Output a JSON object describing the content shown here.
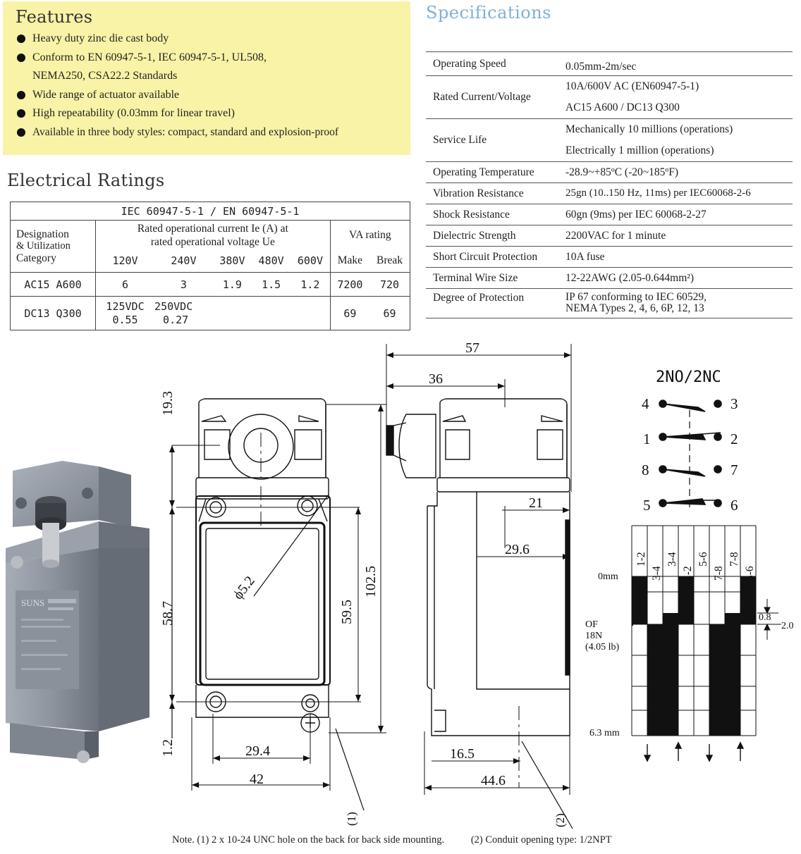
{
  "features": {
    "title": "Features",
    "items": [
      "Heavy duty zinc die cast body",
      "Conform to EN 60947-5-1, IEC 60947-5-1, UL508,",
      "NEMA250, CSA22.2 Standards",
      "Wide range of actuator available",
      "High repeatability (0.03mm for linear travel)",
      "Available in three body styles: compact, standard and explosion-proof"
    ]
  },
  "specifications": {
    "title": "Specifications",
    "rows": [
      {
        "label": "Operating Speed",
        "v1": "0.05mm-2m/sec",
        "v2": ""
      },
      {
        "label": "Rated Current/Voltage",
        "v1": "10A/600V AC (EN60947-5-1)",
        "v2": "AC15 A600 / DC13 Q300"
      },
      {
        "label": "Service Life",
        "v1": "Mechanically 10 millions (operations)",
        "v2": "Electrically 1 million (operations)"
      },
      {
        "label": "Operating Temperature",
        "v1": "-28.9~+85ºC  (-20~185ºF)",
        "v2": ""
      },
      {
        "label": "Vibration Resistance",
        "v1": "25gn (10..150 Hz, 11ms) per IEC60068-2-6",
        "v2": ""
      },
      {
        "label": "Shock Resistance",
        "v1": "60gn (9ms) per IEC 60068-2-27",
        "v2": ""
      },
      {
        "label": "Dielectric Strength",
        "v1": "2200VAC for 1 minute",
        "v2": ""
      },
      {
        "label": "Short Circuit Protection",
        "v1": "10A fuse",
        "v2": ""
      },
      {
        "label": "Terminal Wire Size",
        "v1": "12-22AWG (2.05-0.644mm²)",
        "v2": ""
      },
      {
        "label": "Degree of Protection",
        "v1": "IP 67 conforming to IEC 60529,",
        "v2": "NEMA Types 2, 4, 6, 6P, 12, 13"
      }
    ]
  },
  "electrical": {
    "title": "Electrical Ratings",
    "standard": "IEC 60947-5-1 / EN 60947-5-1",
    "designation_header": [
      "Designation",
      "& Utilization",
      "Category"
    ],
    "rated_header": [
      "Rated operational current Ie (A) at",
      "rated operational voltage Ue"
    ],
    "va_header": "VA rating",
    "voltages": [
      "120V",
      "240V",
      "380V",
      "480V",
      "600V"
    ],
    "make_label": "Make",
    "break_label": "Break",
    "ac_row": {
      "cat": "AC15 A600",
      "values": [
        "6",
        "3",
        "1.9",
        "1.5",
        "1.2"
      ],
      "make": "7200",
      "break": "720"
    },
    "dc_row": {
      "cat": "DC13 Q300",
      "v1_top": "125VDC",
      "v1_bot": "0.55",
      "v2_top": "250VDC",
      "v2_bot": "0.27",
      "make": "69",
      "break": "69"
    }
  },
  "drawing": {
    "dims": {
      "d57": "57",
      "d36": "36",
      "d19_3": "19.3",
      "d21": "21",
      "d29_6": "29.6",
      "d102_5": "102.5",
      "d59_5": "59.5",
      "d58_7": "58.7",
      "d1_2": "1.2",
      "d29_4": "29.4",
      "d42": "42",
      "d16_5": "16.5",
      "d44_6": "44.6",
      "phi": "ϕ5.2"
    },
    "callout1": "(1)",
    "callout2": "(2)",
    "contact": {
      "title": "2NO/2NC",
      "terminals": [
        "4",
        "3",
        "1",
        "2",
        "8",
        "7",
        "5",
        "6"
      ],
      "columns": [
        "1-2",
        "3-4",
        "3-4",
        "1-2",
        "5-6",
        "7-8",
        "7-8",
        "5-6"
      ],
      "label_0mm": "0mm",
      "label_of": "OF",
      "label_force": "18N",
      "label_lb": "(4.05 lb)",
      "label_end": "6.3 mm",
      "tick_a": "0.8",
      "tick_b": "2.0"
    },
    "product_photo_text": "SUNS"
  },
  "note": {
    "n1": "Note.  (1) 2 x 10-24 UNC hole on the back for back side mounting.",
    "n2": "(2) Conduit opening type: 1/2NPT"
  }
}
